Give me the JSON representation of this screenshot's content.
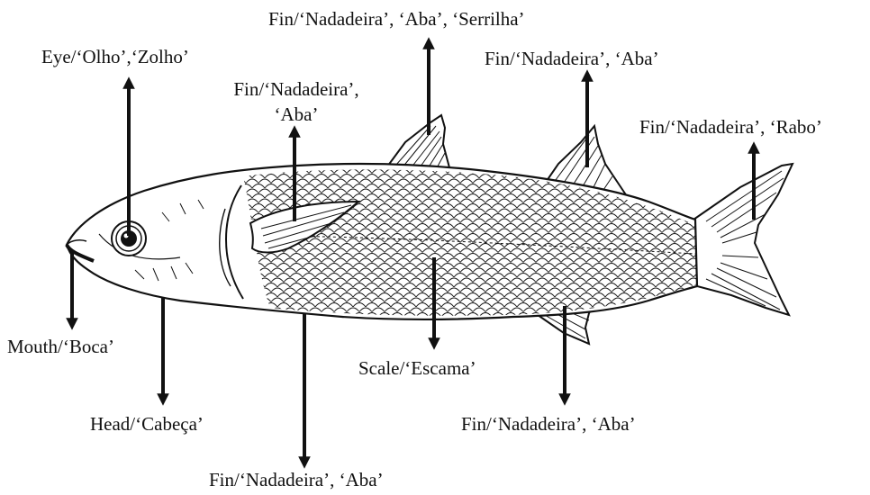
{
  "labels": {
    "eye": "Eye/‘Olho’,‘Zolho’",
    "dorsal_fin": "Fin/‘Nadadeira’, ‘Aba’, ‘Serrilha’",
    "second_dorsal_fin": "Fin/‘Nadadeira’, ‘Aba’",
    "pectoral_fin_line1": "Fin/‘Nadadeira’,",
    "pectoral_fin_line2": "‘Aba’",
    "tail_fin": "Fin/‘Nadadeira’, ‘Rabo’",
    "mouth": "Mouth/‘Boca’",
    "head": "Head/‘Cabeça’",
    "scale": "Scale/‘Escama’",
    "anal_fin": "Fin/‘Nadadeira’, ‘Aba’",
    "pelvic_fin": "Fin/‘Nadadeira’, ‘Aba’"
  },
  "colors": {
    "ink": "#111111",
    "fill": "#ffffff",
    "background": "#ffffff"
  }
}
